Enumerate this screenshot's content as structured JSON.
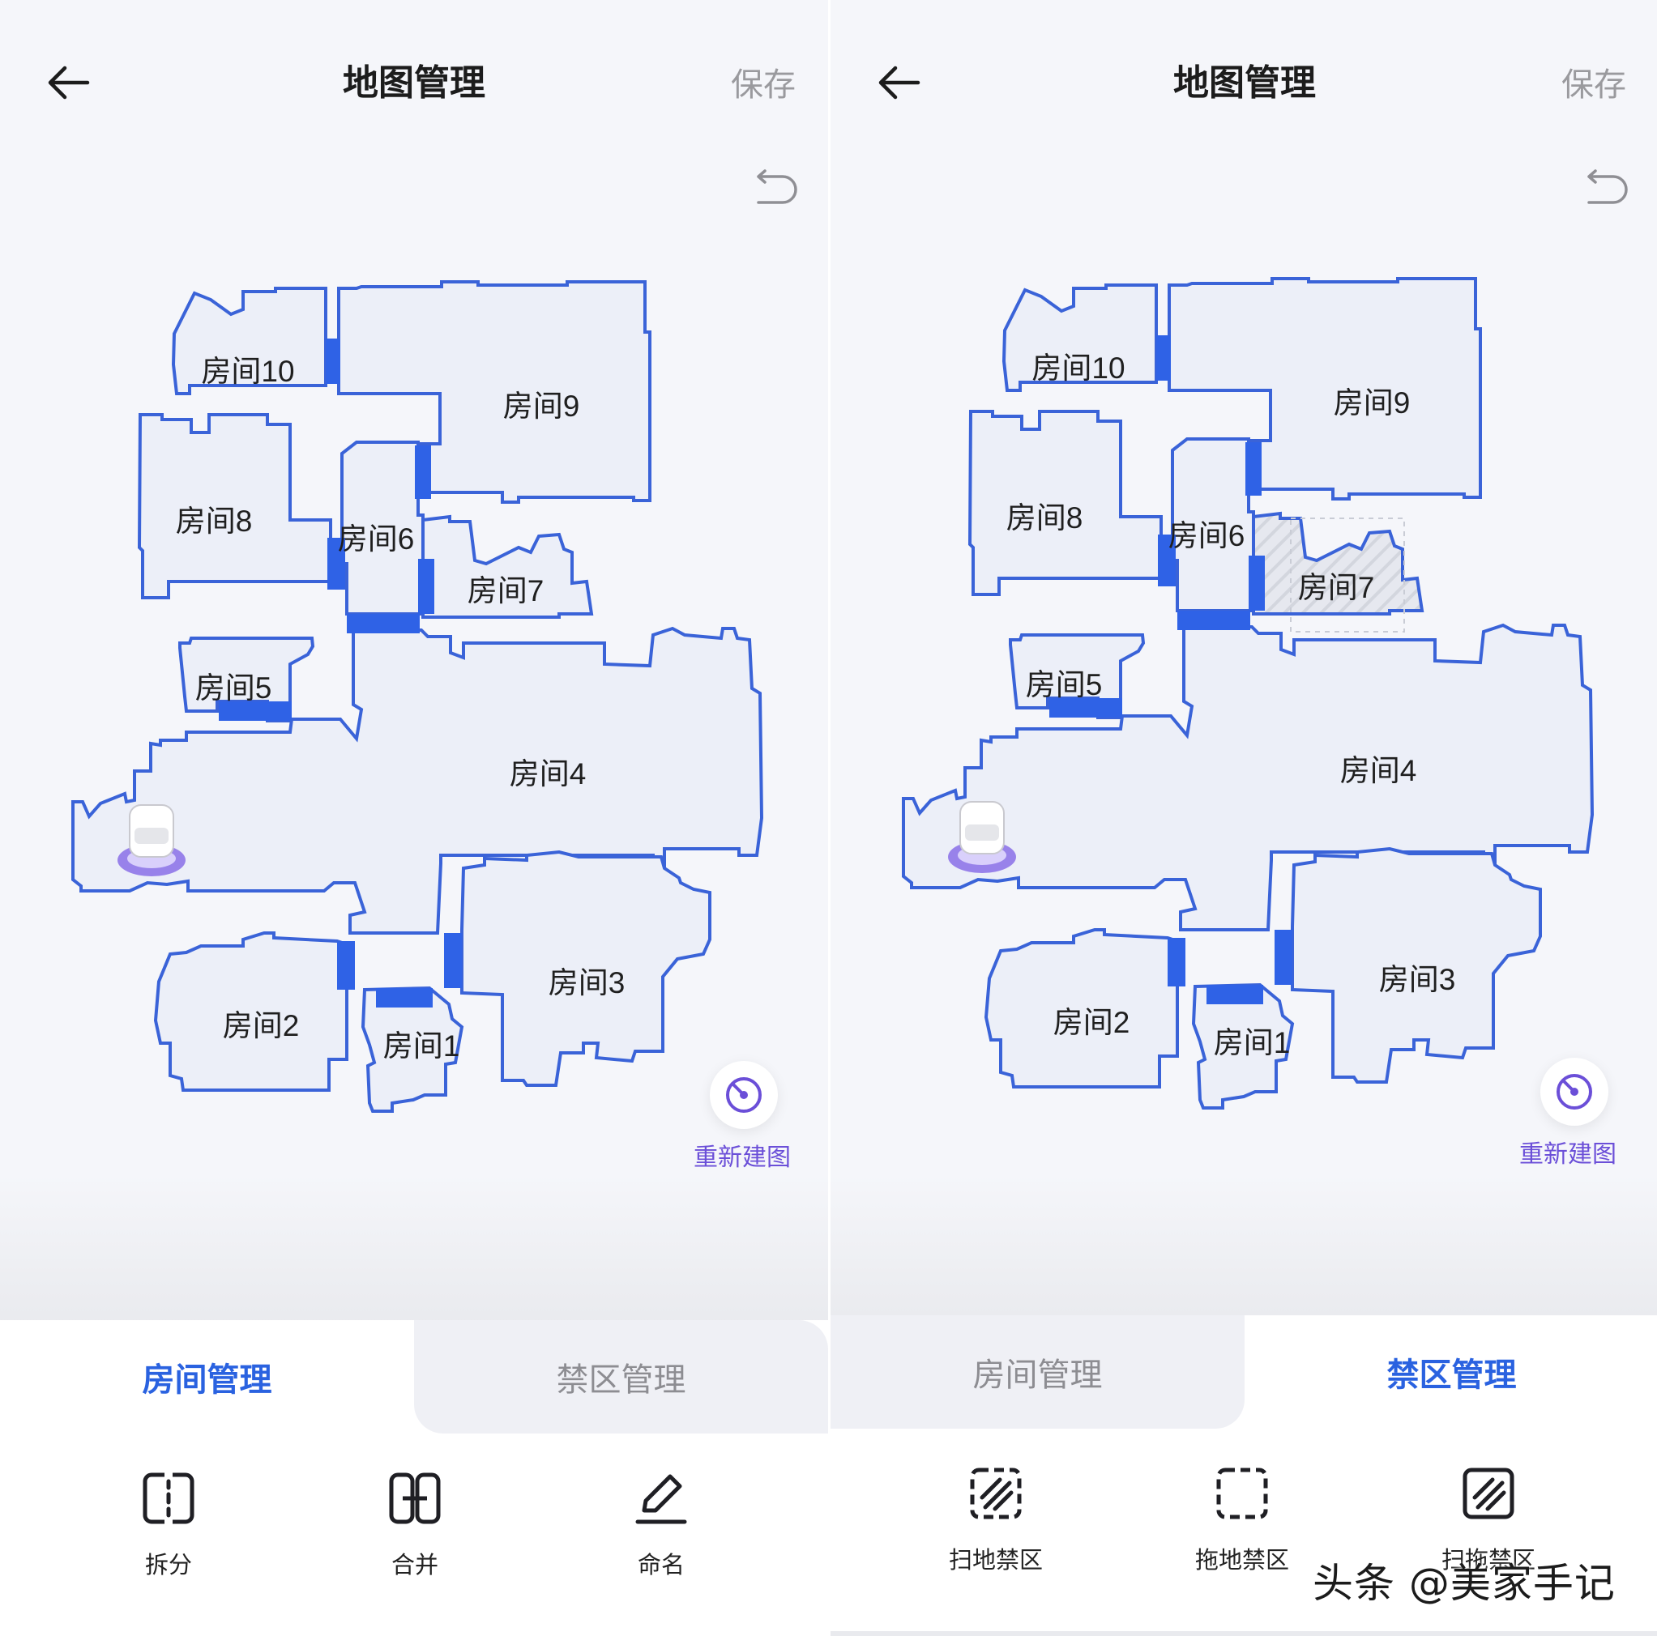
{
  "header": {
    "title": "地图管理",
    "save_label": "保存"
  },
  "rooms": [
    {
      "name": "房间10"
    },
    {
      "name": "房间9"
    },
    {
      "name": "房间8"
    },
    {
      "name": "房间6"
    },
    {
      "name": "房间7"
    },
    {
      "name": "房间5"
    },
    {
      "name": "房间4"
    },
    {
      "name": "房间3"
    },
    {
      "name": "房间2"
    },
    {
      "name": "房间1"
    }
  ],
  "remap_label": "重新建图",
  "tabs": [
    {
      "label": "房间管理"
    },
    {
      "label": "禁区管理"
    }
  ],
  "left_screen": {
    "active_tab": "房间管理",
    "tools": [
      {
        "label": "拆分",
        "icon": "split-icon"
      },
      {
        "label": "合并",
        "icon": "merge-icon"
      },
      {
        "label": "命名",
        "icon": "rename-pen-icon"
      }
    ]
  },
  "right_screen": {
    "active_tab": "禁区管理",
    "highlighted_room": "房间7",
    "tools": [
      {
        "label": "扫地禁区",
        "icon": "sweep-no-go-icon"
      },
      {
        "label": "拖地禁区",
        "icon": "mop-no-go-icon"
      },
      {
        "label": "扫拖禁区",
        "icon": "sweep-mop-no-go-icon"
      }
    ]
  },
  "watermark": "头条 @美家手记",
  "colors": {
    "accent_blue": "#2a62e0",
    "room_outline": "#3a63d8",
    "door_fill": "#2f62e6",
    "room_fill": "#eceff8",
    "remap_purple": "#6b4fd8"
  }
}
